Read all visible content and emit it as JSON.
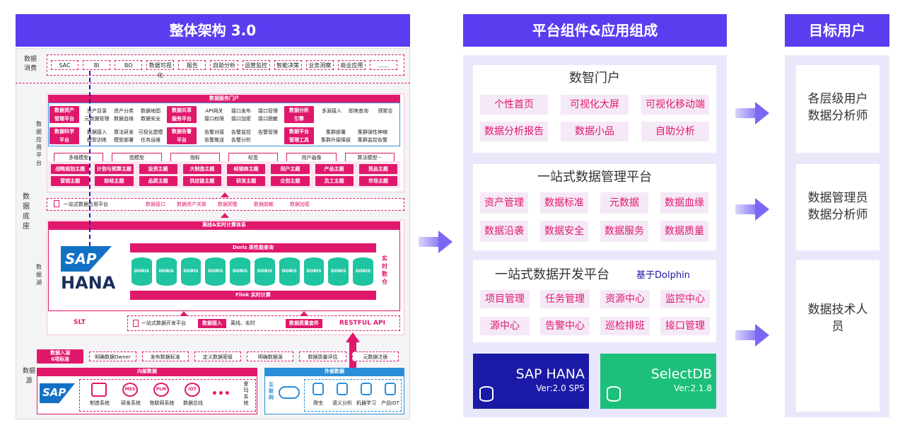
{
  "arch": {
    "title": "整体架构 3.0",
    "consume_label": "数据\n消费",
    "consume_items": [
      "SAC",
      "BI",
      "BO",
      "数据可视化",
      "报告",
      "自助分析",
      "运营监控",
      "智能决策",
      "业务洞察",
      "商业应用",
      "......"
    ],
    "base_label": "数\n据\n底\n座",
    "app_platform_label": "数\n据\n应\n用\n平\n台",
    "service_portal": "数据服务门户",
    "services": [
      {
        "name": "数据资产\n管理平台",
        "items": [
          "资产目录",
          "资产分类",
          "数据地图",
          "元数据管理",
          "数据血缘",
          "数据安全"
        ]
      },
      {
        "name": "数据共享\n服务平台",
        "items": [
          "API网关",
          "接口发布",
          "接口管理",
          "接口权限",
          "接口加密",
          "接口脱敏"
        ]
      },
      {
        "name": "数据分析\n引擎",
        "items": [
          "多源接入",
          "即席查询",
          "预聚合"
        ]
      },
      {
        "name": "数据科学\n平台",
        "items": [
          "数据接入",
          "算法研发",
          "可视化建模",
          "模型训练",
          "模型部署",
          "任务运维"
        ]
      },
      {
        "name": "数据告警\n平台",
        "items": [
          "告警对接",
          "告警监控",
          "告警管理",
          "告警推送",
          "告警分析"
        ]
      },
      {
        "name": "数据平台\n管理工具",
        "items": [
          "集群部署",
          "集群弹性伸缩",
          "集群升级降级",
          "集群监控告警"
        ]
      }
    ],
    "models": [
      "多维模型",
      "图模型",
      "指标",
      "标签",
      "用户画像",
      "算法模型···"
    ],
    "topics_row1": [
      "战略规划主题",
      "计划与预算主题",
      "投资主题",
      "大制造主题",
      "经销商主题",
      "用户主题",
      "产品主题",
      "竞品主题"
    ],
    "topics_row2": [
      "营销主题",
      "财经主题",
      "品质主题",
      "供应链主题",
      "研发主题",
      "企划主题",
      "员工主题",
      "市场主题"
    ],
    "one_stop_app": {
      "name": "一站式数据应用平台",
      "items": [
        "数据接口",
        "数据资产关联",
        "数据预警",
        "数据脱敏",
        "数据加密"
      ]
    },
    "lake_label": "数\n据\n湖",
    "compute": "离线&实时计算体系",
    "doris_bar": "Doris   高性能查询",
    "doris_node": "DORIS",
    "flink_bar": "Flink   实时计算",
    "realtime_label": "实\n时\n数\n仓",
    "sap_logo": "SAP",
    "hana_text": "HANA",
    "slt": "SLT",
    "dev_platform": "一站式数据开发平台",
    "data_access": "数据接入",
    "offline_rt": "离线、实时",
    "quality_suite": "数据质量套件",
    "restful": "RESTFUL API",
    "standards": [
      "数据入湖\n6项标准",
      "明确数据Owner",
      "发布数据标准",
      "定义数据密级",
      "明确数据源",
      "数据质量评估",
      "元数据注册"
    ],
    "source_label": "数据\n源",
    "internal": "内部数据",
    "internal_items": [
      "制造系统",
      "研发系统",
      "物联网系统",
      "数据总线"
    ],
    "internal_icons": [
      "MES",
      "PLM",
      "IOT"
    ],
    "more_text": "爱\n玛\n系\n统",
    "external": "外部数据",
    "internet": "互\n联\n网",
    "external_items": [
      "爬虫",
      "语义分析",
      "机器学习",
      "产品IOT"
    ]
  },
  "platform": {
    "title": "平台组件&应用组成",
    "portal": {
      "title": "数智门户",
      "items": [
        "个性首页",
        "可视化大屏",
        "可视化移动端",
        "数据分析报告",
        "数据小品",
        "自助分析"
      ]
    },
    "mgmt": {
      "title": "一站式数据管理平台",
      "items": [
        "资产管理",
        "数据标准",
        "元数据",
        "数据血缘",
        "数据沿袭",
        "数据安全",
        "数据服务",
        "数据质量"
      ]
    },
    "dev": {
      "title": "一站式数据开发平台",
      "note": "基于Dolphin",
      "items": [
        "项目管理",
        "任务管理",
        "资源中心",
        "监控中心",
        "源中心",
        "告警中心",
        "巡检排班",
        "接口管理"
      ]
    },
    "db1": {
      "name": "SAP HANA",
      "ver": "Ver:2.0 SP5",
      "color": "#1a1aa6"
    },
    "db2": {
      "name": "SelectDB",
      "ver": "Ver:2.1.8",
      "color": "#1cc07a"
    }
  },
  "users": {
    "title": "目标用户",
    "groups": [
      "各层级用户\n数据分析师",
      "数据管理员\n数据分析师",
      "数据技术人\n员"
    ]
  }
}
